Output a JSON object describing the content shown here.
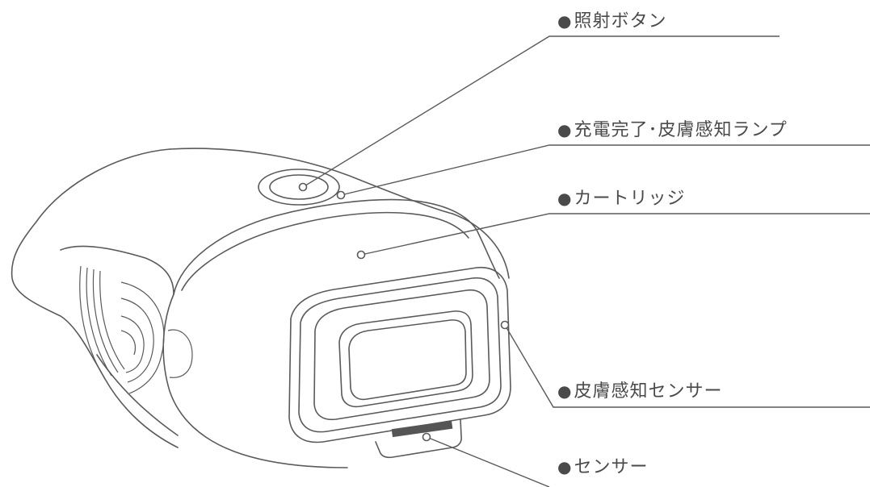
{
  "diagram": {
    "bullet": "●",
    "callouts": [
      {
        "id": "irradiation-button",
        "label": "照射ボタン"
      },
      {
        "id": "charge-skin-lamp",
        "label": "充電完了･皮膚感知ランプ"
      },
      {
        "id": "cartridge",
        "label": "カートリッジ"
      },
      {
        "id": "skin-sensor",
        "label": "皮膚感知センサー"
      },
      {
        "id": "sensor",
        "label": "センサー"
      }
    ],
    "colors": {
      "line": "#5a5a5a",
      "text": "#4a4a4a",
      "sensor_strip": "#555555"
    }
  }
}
